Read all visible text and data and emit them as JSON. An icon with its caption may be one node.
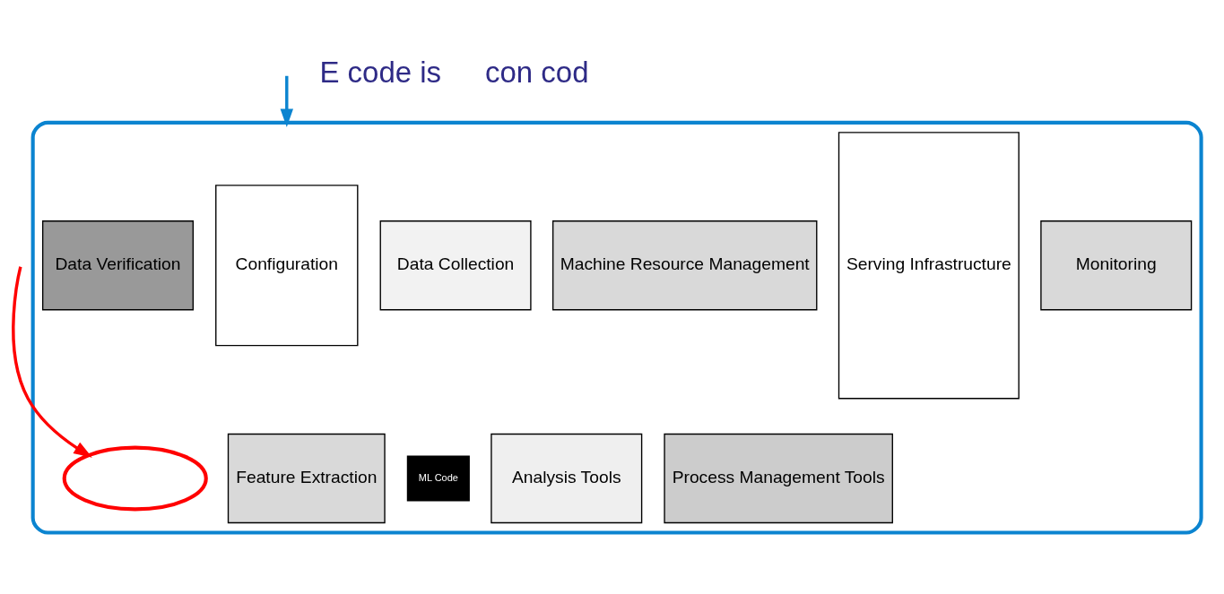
{
  "diagram": {
    "nodes": [
      {
        "text": [],
        "shape": "ellipse"
      },
      {
        "text": [
          "Configuration"
        ],
        "in": 0
      },
      {
        "text": [
          "Data Collection"
        ],
        "in": 0
      },
      {
        "text": [
          "Data Verification"
        ],
        "in": 0
      },
      {
        "text": [
          "Machine Resource Management"
        ],
        "in": 0
      },
      {
        "text": [
          "Serving Infrastructure"
        ],
        "in": 0
      },
      {
        "text": [
          "Monitoring"
        ],
        "in": 0
      },
      {
        "text": [],
        "shape": "ellipse",
        "in": 0
      },
      {
        "text": [
          "ML Code"
        ],
        "in": 0
      },
      {
        "text": [
          "Analysis Tools"
        ],
        "in": 0
      },
      {
        "text": [
          "Feature Extraction"
        ],
        "in": 0
      },
      {
        "text": [
          "Process Management Tools"
        ],
        "in": 0
      }
    ],
    "edges": [
      {
        "from": null,
        "to": 0,
        "arrow": "to",
        "color": "#0b84d0"
      },
      {
        "from": null,
        "to": 7,
        "arrow": "to",
        "color": "#ff0000"
      }
    ],
    "labels": [
      "E code is",
      "con cod"
    ]
  }
}
